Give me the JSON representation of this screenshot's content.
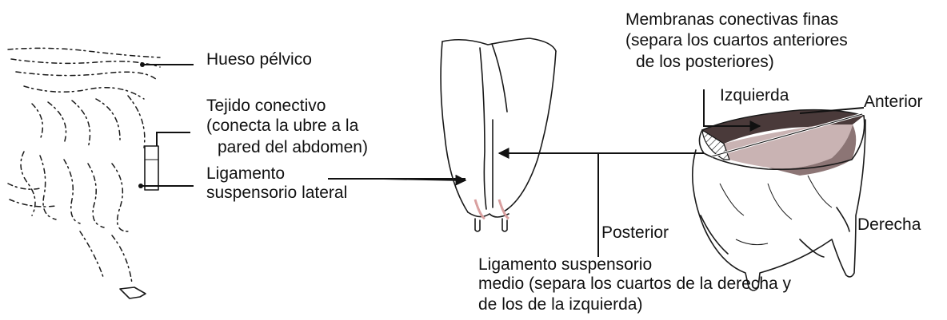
{
  "labels": {
    "hueso_pelvico": "Hueso pélvico",
    "tejido_1": "Tejido conectivo",
    "tejido_2": "(conecta la ubre a la",
    "tejido_3": "pared del abdomen)",
    "lig_lat_1": "Ligamento",
    "lig_lat_2": "suspensorio lateral",
    "membranas_1": "Membranas conectivas finas",
    "membranas_2": "(separa los cuartos anteriores",
    "membranas_3": "de los posteriores)",
    "izquierda": "Izquierda",
    "anterior": "Anterior",
    "posterior": "Posterior",
    "derecha": "Derecha",
    "lig_med_1": "Ligamento suspensorio",
    "lig_med_2": "medio (separa los cuartos de la derecha y",
    "lig_med_3": "de los de la izquierda)"
  },
  "colors": {
    "quarter_dark": "#4a3a3a",
    "quarter_mid": "#8c7575",
    "quarter_light": "#c9b3b3",
    "teat_tint": "#d9a0a0"
  }
}
